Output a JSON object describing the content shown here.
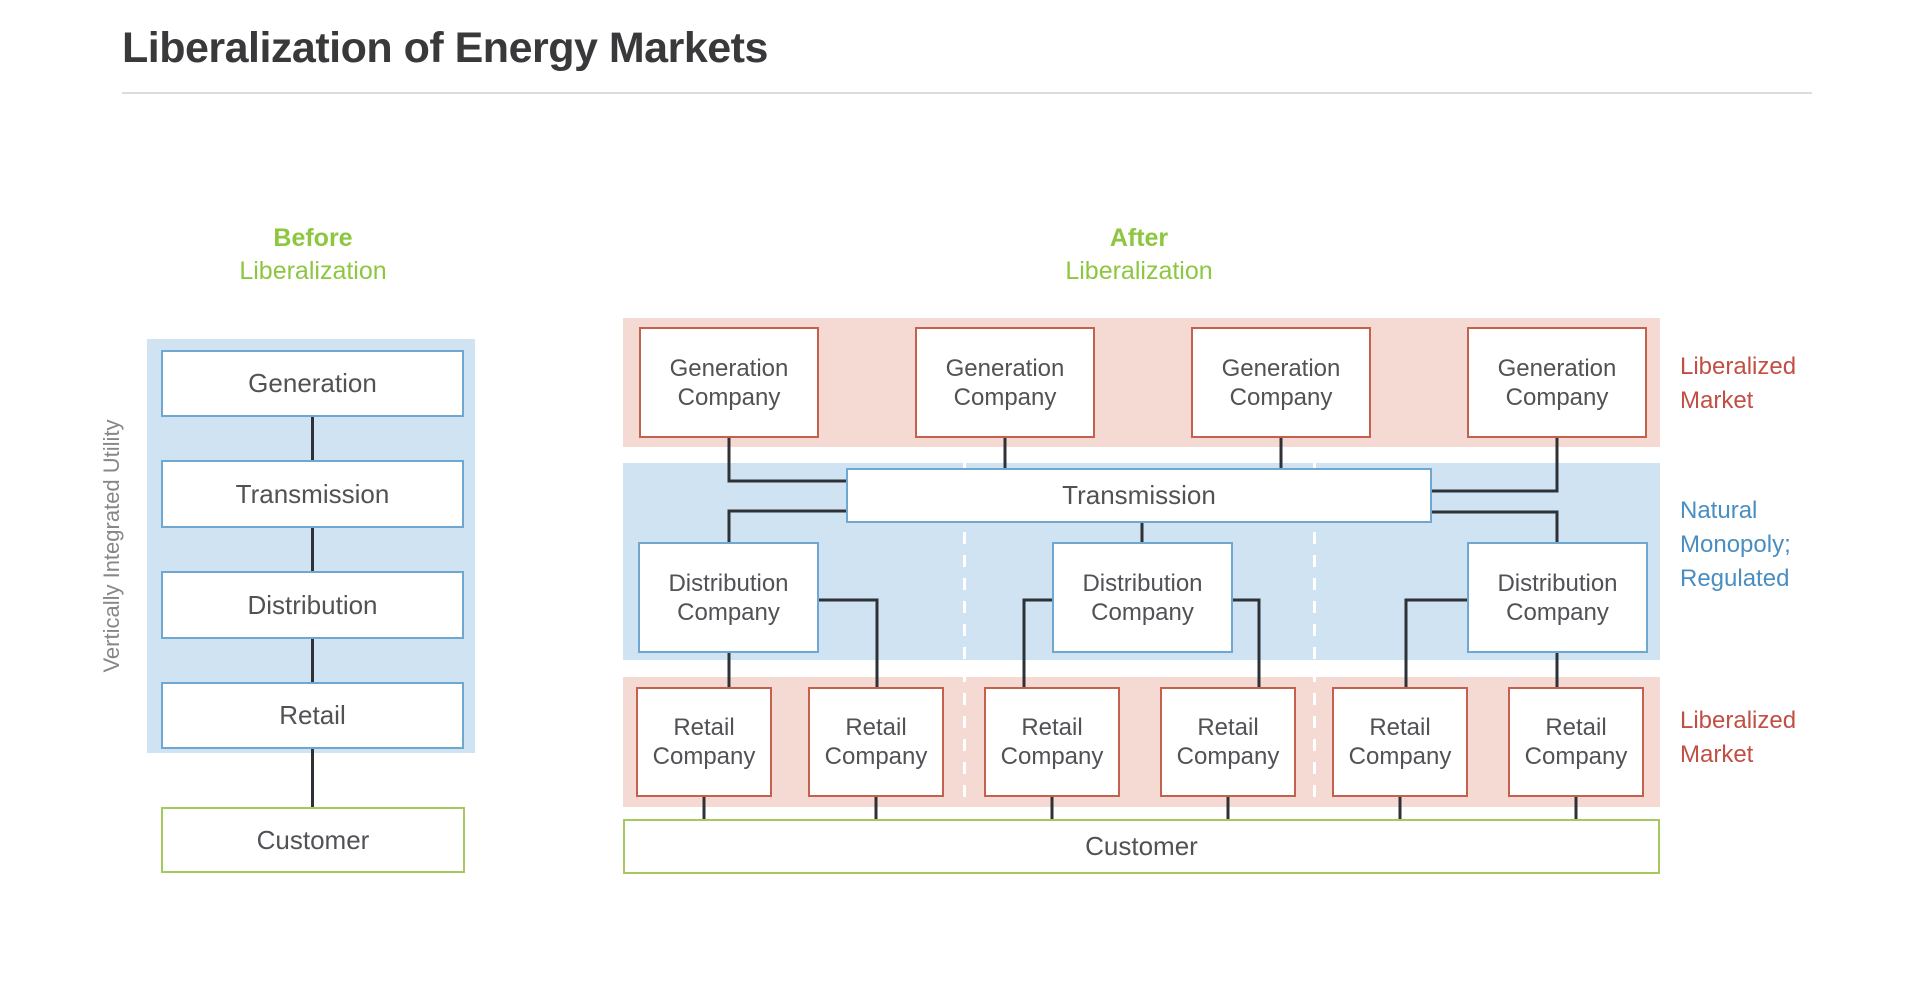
{
  "page": {
    "title": "Liberalization of Energy Markets"
  },
  "colors": {
    "accent_green": "#8dc63f",
    "band_blue": "#cfe3f2",
    "band_pink": "#f5d9d3",
    "border_blue": "#6fa7d0",
    "border_red": "#c3604e",
    "border_green": "#a6c95f",
    "label_red": "#c14f44",
    "label_blue": "#4a8ec1",
    "text_dark": "#515255",
    "connector": "#2e3237"
  },
  "before": {
    "heading_bold": "Before",
    "heading_rest": "Liberalization",
    "side_label": "Vertically Integrated Utility",
    "boxes": [
      "Generation",
      "Transmission",
      "Distribution",
      "Retail"
    ],
    "customer": "Customer"
  },
  "after": {
    "heading_bold": "After",
    "heading_rest": "Liberalization",
    "generation_label": "Generation Company",
    "transmission_label": "Transmission",
    "distribution_label": "Distribution Company",
    "retail_label": "Retail Company",
    "customer": "Customer",
    "right_labels": [
      {
        "text": "Liberalized Market",
        "color": "red"
      },
      {
        "text": "Natural Monopoly; Regulated",
        "color": "blue"
      },
      {
        "text": "Liberalized Market",
        "color": "red"
      }
    ]
  }
}
